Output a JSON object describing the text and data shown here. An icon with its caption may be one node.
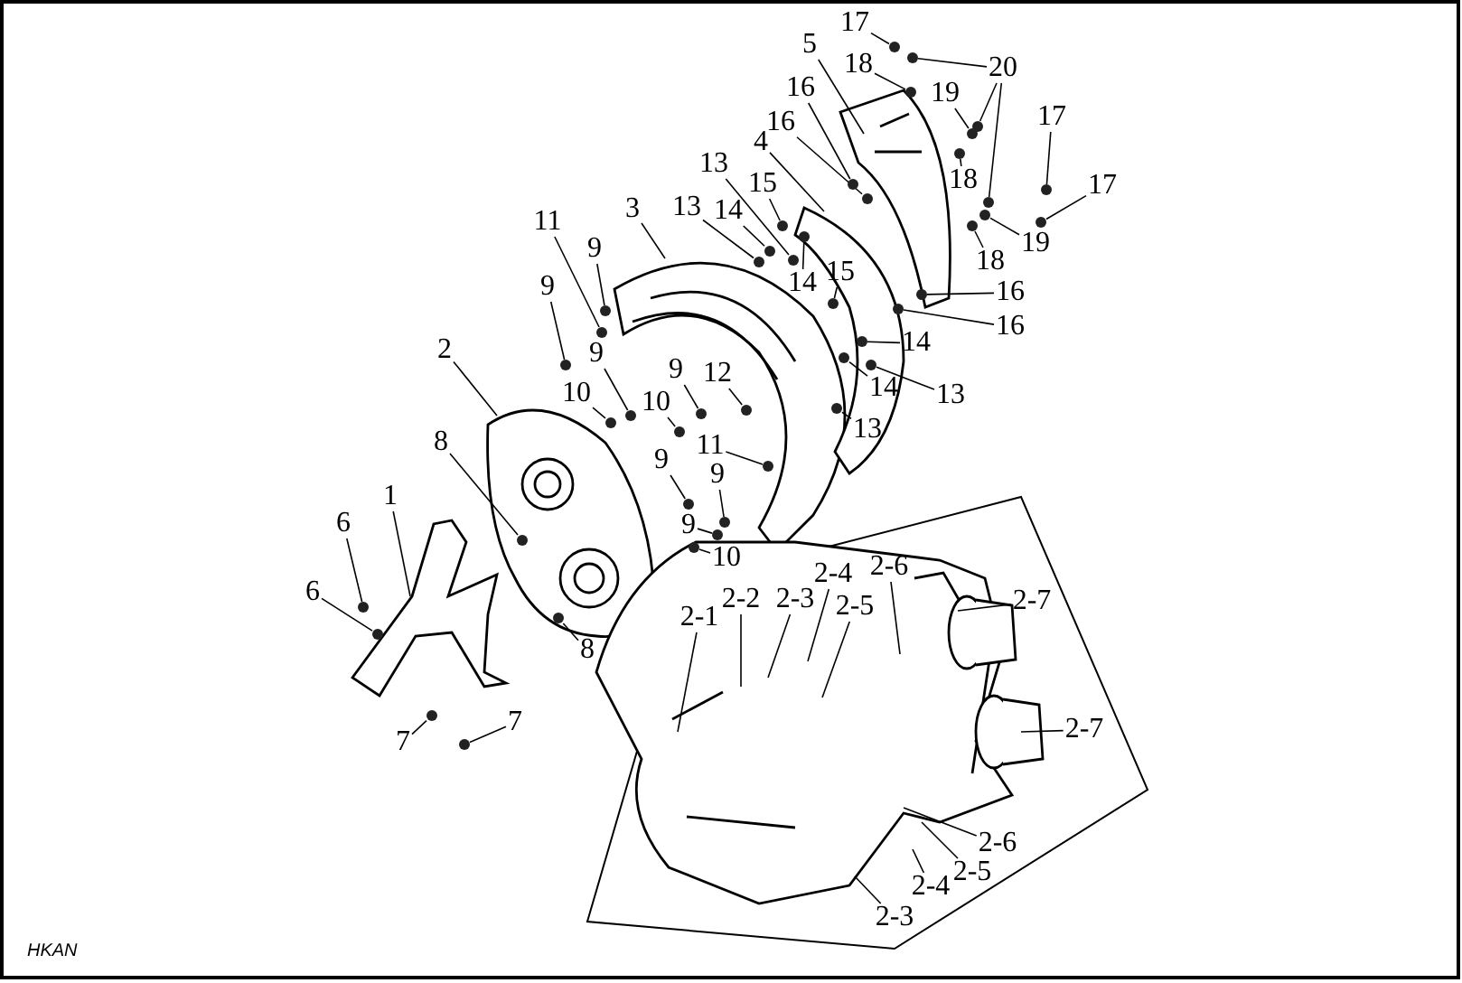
{
  "diagram": {
    "nodes": [
      {
        "text": [
          "17"
        ]
      },
      {
        "text": [
          "20"
        ]
      },
      {
        "text": [
          "5"
        ]
      },
      {
        "text": [
          "18"
        ]
      },
      {
        "text": [
          "19"
        ]
      },
      {
        "text": [
          "18"
        ]
      },
      {
        "text": [
          "17"
        ]
      },
      {
        "text": [
          "17"
        ]
      },
      {
        "text": [
          "19"
        ]
      },
      {
        "text": [
          "18"
        ]
      },
      {
        "text": [
          "16"
        ]
      },
      {
        "text": [
          "16"
        ]
      },
      {
        "text": [
          "4"
        ]
      },
      {
        "text": [
          "13"
        ]
      },
      {
        "text": [
          "15"
        ]
      },
      {
        "text": [
          "13"
        ]
      },
      {
        "text": [
          "14"
        ]
      },
      {
        "text": [
          "14"
        ]
      },
      {
        "text": [
          "15"
        ]
      },
      {
        "text": [
          "16"
        ]
      },
      {
        "text": [
          "16"
        ]
      },
      {
        "text": [
          "14"
        ]
      },
      {
        "text": [
          "14"
        ]
      },
      {
        "text": [
          "13"
        ]
      },
      {
        "text": [
          "13"
        ]
      },
      {
        "text": [
          "3"
        ]
      },
      {
        "text": [
          "11"
        ]
      },
      {
        "text": [
          "9"
        ]
      },
      {
        "text": [
          "9"
        ]
      },
      {
        "text": [
          "9"
        ]
      },
      {
        "text": [
          "2"
        ]
      },
      {
        "text": [
          "10"
        ]
      },
      {
        "text": [
          "10"
        ]
      },
      {
        "text": [
          "9"
        ]
      },
      {
        "text": [
          "12"
        ]
      },
      {
        "text": [
          "11"
        ]
      },
      {
        "text": [
          "9"
        ]
      },
      {
        "text": [
          "9"
        ]
      },
      {
        "text": [
          "9"
        ]
      },
      {
        "text": [
          "10"
        ]
      },
      {
        "text": [
          "8"
        ]
      },
      {
        "text": [
          "8"
        ]
      },
      {
        "text": [
          "1"
        ]
      },
      {
        "text": [
          "6"
        ]
      },
      {
        "text": [
          "6"
        ]
      },
      {
        "text": [
          "7"
        ]
      },
      {
        "text": [
          "7"
        ]
      },
      {
        "text": [
          "2-1"
        ]
      },
      {
        "text": [
          "2-2"
        ]
      },
      {
        "text": [
          "2-3"
        ]
      },
      {
        "text": [
          "2-4"
        ]
      },
      {
        "text": [
          "2-5"
        ]
      },
      {
        "text": [
          "2-6"
        ]
      },
      {
        "text": [
          "2-7"
        ]
      },
      {
        "text": [
          "2-7"
        ]
      },
      {
        "text": [
          "2-6"
        ]
      },
      {
        "text": [
          "2-5"
        ]
      },
      {
        "text": [
          "2-4"
        ]
      },
      {
        "text": [
          "2-3"
        ]
      },
      {
        "text": [],
        "shape": "circle"
      },
      {
        "text": [],
        "shape": "circle"
      },
      {
        "text": [],
        "shape": "circle"
      },
      {
        "text": [],
        "shape": "circle"
      },
      {
        "text": [],
        "shape": "circle"
      },
      {
        "text": [],
        "shape": "circle"
      },
      {
        "text": [],
        "shape": "circle"
      },
      {
        "text": [],
        "shape": "circle"
      },
      {
        "text": [],
        "shape": "circle"
      },
      {
        "text": [],
        "shape": "circle"
      },
      {
        "text": [],
        "shape": "circle"
      },
      {
        "text": [],
        "shape": "circle"
      },
      {
        "text": [],
        "shape": "circle"
      },
      {
        "text": [],
        "shape": "circle"
      },
      {
        "text": [],
        "shape": "circle"
      },
      {
        "text": [],
        "shape": "circle"
      },
      {
        "text": [],
        "shape": "circle"
      },
      {
        "text": [],
        "shape": "circle"
      },
      {
        "text": [],
        "shape": "circle"
      },
      {
        "text": [],
        "shape": "circle"
      },
      {
        "text": [],
        "shape": "circle"
      },
      {
        "text": [],
        "shape": "circle"
      },
      {
        "text": [],
        "shape": "circle"
      },
      {
        "text": [],
        "shape": "circle"
      },
      {
        "text": [],
        "shape": "circle"
      },
      {
        "text": [],
        "shape": "circle"
      },
      {
        "text": [],
        "shape": "circle"
      },
      {
        "text": [],
        "shape": "circle"
      },
      {
        "text": [],
        "shape": "circle"
      },
      {
        "text": [],
        "shape": "circle"
      },
      {
        "text": [],
        "shape": "circle"
      },
      {
        "text": [],
        "shape": "circle"
      },
      {
        "text": [],
        "shape": "circle"
      },
      {
        "text": [],
        "shape": "circle"
      },
      {
        "text": [],
        "shape": "circle"
      },
      {
        "text": [],
        "shape": "circle"
      },
      {
        "text": [],
        "shape": "circle"
      },
      {
        "text": [],
        "shape": "circle"
      },
      {
        "text": [],
        "shape": "circle"
      },
      {
        "text": [],
        "shape": "circle"
      },
      {
        "text": [],
        "shape": "circle"
      },
      {
        "text": [],
        "shape": "circle"
      },
      {
        "text": [],
        "shape": "circle"
      },
      {
        "text": [],
        "shape": "circle"
      }
    ],
    "edges": [
      {
        "from": 0,
        "to": 59,
        "arrow": "none"
      },
      {
        "from": 1,
        "to": 60,
        "arrow": "none"
      },
      {
        "from": 1,
        "to": 61,
        "arrow": "none"
      },
      {
        "from": 1,
        "to": 62,
        "arrow": "none"
      },
      {
        "from": 2,
        "to": null,
        "arrow": "none"
      },
      {
        "from": 3,
        "to": 63,
        "arrow": "none"
      },
      {
        "from": 4,
        "to": 64,
        "arrow": "none"
      },
      {
        "from": 5,
        "to": 65,
        "arrow": "none"
      },
      {
        "from": 6,
        "to": 66,
        "arrow": "none"
      },
      {
        "from": 7,
        "to": 67,
        "arrow": "none"
      },
      {
        "from": 8,
        "to": 68,
        "arrow": "none"
      },
      {
        "from": 9,
        "to": 69,
        "arrow": "none"
      },
      {
        "from": 10,
        "to": 70,
        "arrow": "none"
      },
      {
        "from": 11,
        "to": 71,
        "arrow": "none"
      },
      {
        "from": 12,
        "to": null,
        "arrow": "none"
      },
      {
        "from": 13,
        "to": 72,
        "arrow": "none"
      },
      {
        "from": 14,
        "to": 73,
        "arrow": "none"
      },
      {
        "from": 15,
        "to": 74,
        "arrow": "none"
      },
      {
        "from": 16,
        "to": 75,
        "arrow": "none"
      },
      {
        "from": 17,
        "to": 76,
        "arrow": "none"
      },
      {
        "from": 18,
        "to": 77,
        "arrow": "none"
      },
      {
        "from": 19,
        "to": 78,
        "arrow": "none"
      },
      {
        "from": 20,
        "to": 79,
        "arrow": "none"
      },
      {
        "from": 21,
        "to": 80,
        "arrow": "none"
      },
      {
        "from": 22,
        "to": 81,
        "arrow": "none"
      },
      {
        "from": 23,
        "to": 82,
        "arrow": "none"
      },
      {
        "from": 24,
        "to": 83,
        "arrow": "none"
      },
      {
        "from": 25,
        "to": null,
        "arrow": "none"
      },
      {
        "from": 26,
        "to": 84,
        "arrow": "none"
      },
      {
        "from": 27,
        "to": 85,
        "arrow": "none"
      },
      {
        "from": 28,
        "to": 86,
        "arrow": "none"
      },
      {
        "from": 29,
        "to": 87,
        "arrow": "none"
      },
      {
        "from": 30,
        "to": null,
        "arrow": "none"
      },
      {
        "from": 31,
        "to": 88,
        "arrow": "none"
      },
      {
        "from": 32,
        "to": 89,
        "arrow": "none"
      },
      {
        "from": 33,
        "to": 90,
        "arrow": "none"
      },
      {
        "from": 34,
        "to": 91,
        "arrow": "none"
      },
      {
        "from": 35,
        "to": 92,
        "arrow": "none"
      },
      {
        "from": 36,
        "to": 93,
        "arrow": "none"
      },
      {
        "from": 37,
        "to": 94,
        "arrow": "none"
      },
      {
        "from": 38,
        "to": 95,
        "arrow": "none"
      },
      {
        "from": 39,
        "to": 96,
        "arrow": "none"
      },
      {
        "from": 40,
        "to": 97,
        "arrow": "none"
      },
      {
        "from": 41,
        "to": 98,
        "arrow": "none"
      },
      {
        "from": 42,
        "to": null,
        "arrow": "none"
      },
      {
        "from": 43,
        "to": 99,
        "arrow": "none"
      },
      {
        "from": 44,
        "to": 100,
        "arrow": "none"
      },
      {
        "from": 45,
        "to": 101,
        "arrow": "none"
      },
      {
        "from": 46,
        "to": 102,
        "arrow": "none"
      },
      {
        "from": 47,
        "to": null,
        "arrow": "none"
      },
      {
        "from": 48,
        "to": null,
        "arrow": "none"
      },
      {
        "from": 49,
        "to": null,
        "arrow": "none"
      },
      {
        "from": 50,
        "to": null,
        "arrow": "none"
      },
      {
        "from": 51,
        "to": null,
        "arrow": "none"
      },
      {
        "from": 52,
        "to": null,
        "arrow": "none"
      },
      {
        "from": 53,
        "to": null,
        "arrow": "none"
      },
      {
        "from": 54,
        "to": null,
        "arrow": "none"
      },
      {
        "from": 55,
        "to": null,
        "arrow": "none"
      },
      {
        "from": 56,
        "to": null,
        "arrow": "none"
      },
      {
        "from": 57,
        "to": null,
        "arrow": "none"
      },
      {
        "from": 58,
        "to": null,
        "arrow": "none"
      }
    ],
    "labels": [
      "HKAN"
    ]
  }
}
